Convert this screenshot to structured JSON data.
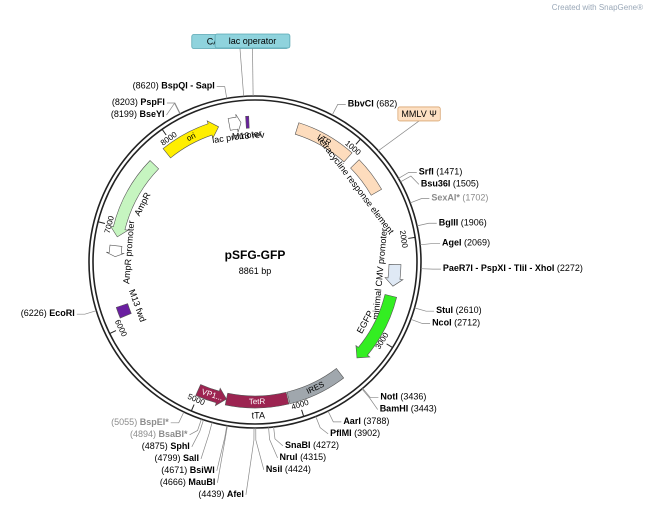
{
  "credit": {
    "prefix": "Created with ",
    "brand": "SnapGene®"
  },
  "plasmid": {
    "name": "pSFG-GFP",
    "length_label": "8861 bp",
    "length": 8861
  },
  "ticks": [
    {
      "label": "1000",
      "pos": 1000
    },
    {
      "label": "2000",
      "pos": 2000
    },
    {
      "label": "3000",
      "pos": 3000
    },
    {
      "label": "4000",
      "pos": 4000
    },
    {
      "label": "5000",
      "pos": 5000
    },
    {
      "label": "6000",
      "pos": 6000
    },
    {
      "label": "7000",
      "pos": 7000
    },
    {
      "label": "8000",
      "pos": 8000
    }
  ],
  "sites": [
    {
      "name": "BbvCI",
      "pos_label": "(682)",
      "pos": 682,
      "side": "right",
      "dim": false
    },
    {
      "name": "SrfI",
      "pos_label": "(1471)",
      "pos": 1471,
      "side": "right",
      "dim": false
    },
    {
      "name": "Bsu36I",
      "pos_label": "(1505)",
      "pos": 1505,
      "side": "right",
      "dim": false
    },
    {
      "name": "SexAI*",
      "pos_label": "(1702)",
      "pos": 1702,
      "side": "right",
      "dim": true
    },
    {
      "name": "BglII",
      "pos_label": "(1906)",
      "pos": 1906,
      "side": "right",
      "dim": false
    },
    {
      "name": "AgeI",
      "pos_label": "(2069)",
      "pos": 2069,
      "side": "right",
      "dim": false
    },
    {
      "name": "PaeR7I - PspXI - TliI - XhoI",
      "pos_label": "(2272)",
      "pos": 2272,
      "side": "right",
      "dim": false
    },
    {
      "name": "StuI",
      "pos_label": "(2610)",
      "pos": 2610,
      "side": "right",
      "dim": false
    },
    {
      "name": "NcoI",
      "pos_label": "(2712)",
      "pos": 2712,
      "side": "right",
      "dim": false
    },
    {
      "name": "NotI",
      "pos_label": "(3436)",
      "pos": 3436,
      "side": "right",
      "dim": false
    },
    {
      "name": "BamHI",
      "pos_label": "(3443)",
      "pos": 3443,
      "side": "right",
      "dim": false
    },
    {
      "name": "AarI",
      "pos_label": "(3788)",
      "pos": 3788,
      "side": "right",
      "dim": false
    },
    {
      "name": "PflMI",
      "pos_label": "(3902)",
      "pos": 3902,
      "side": "right",
      "dim": false
    },
    {
      "name": "SnaBI",
      "pos_label": "(4272)",
      "pos": 4272,
      "side": "right",
      "dim": false
    },
    {
      "name": "NruI",
      "pos_label": "(4315)",
      "pos": 4315,
      "side": "right",
      "dim": false
    },
    {
      "name": "NsiI",
      "pos_label": "(4424)",
      "pos": 4424,
      "side": "right",
      "dim": false
    },
    {
      "name": "AfeI",
      "pos_label": "(4439)",
      "pos": 4439,
      "side": "left",
      "dim": false
    },
    {
      "name": "MauBI",
      "pos_label": "(4666)",
      "pos": 4666,
      "side": "left",
      "dim": false
    },
    {
      "name": "BsiWI",
      "pos_label": "(4671)",
      "pos": 4671,
      "side": "left",
      "dim": false
    },
    {
      "name": "SalI",
      "pos_label": "(4799)",
      "pos": 4799,
      "side": "left",
      "dim": false
    },
    {
      "name": "SphI",
      "pos_label": "(4875)",
      "pos": 4875,
      "side": "left",
      "dim": false
    },
    {
      "name": "BsaBI*",
      "pos_label": "(4894)",
      "pos": 4894,
      "side": "left",
      "dim": true
    },
    {
      "name": "BspEI*",
      "pos_label": "(5055)",
      "pos": 5055,
      "side": "left",
      "dim": true
    },
    {
      "name": "EcoRI",
      "pos_label": "(6226)",
      "pos": 6226,
      "side": "left",
      "dim": false
    },
    {
      "name": "BseYI",
      "pos_label": "(8199)",
      "pos": 8199,
      "side": "left",
      "dim": false
    },
    {
      "name": "PspFI",
      "pos_label": "(8203)",
      "pos": 8203,
      "side": "left",
      "dim": false
    },
    {
      "name": "BspQI - SapI",
      "pos_label": "(8620)",
      "pos": 8620,
      "side": "left",
      "dim": false
    }
  ],
  "callouts": [
    {
      "label": "CAP binding site",
      "pos": 8765,
      "fill": "#8fd3dd",
      "stroke": "#5aa7b3"
    },
    {
      "label": "lac operator",
      "pos": 8845,
      "fill": "#8fd3dd",
      "stroke": "#5aa7b3"
    },
    {
      "label": "MMLV Ψ",
      "pos": 1180,
      "fill": "#fde0c3",
      "stroke": "#d9a673"
    }
  ],
  "features": [
    {
      "label": "LTR",
      "start": 430,
      "end": 1025,
      "color": "#fddcbd",
      "dir": 0,
      "label_mode": "inside"
    },
    {
      "label": "tetracycline response element",
      "start": 1120,
      "end": 1480,
      "color": "#fddcbd",
      "dir": 0,
      "label_mode": "inner"
    },
    {
      "label": "minimal CMV promoter",
      "start": 2240,
      "end": 2460,
      "color": "#dfe9f5",
      "dir": 1,
      "label_mode": "inner"
    },
    {
      "label": "EGFP",
      "start": 2560,
      "end": 3280,
      "color": "#33ee22",
      "dir": 1,
      "label_mode": "inner"
    },
    {
      "label": "IRES",
      "start": 3510,
      "end": 4090,
      "color": "#a0a7ad",
      "dir": 0,
      "label_mode": "inside"
    },
    {
      "label": "TetR",
      "start": 4100,
      "end": 4720,
      "color": "#9c2451",
      "dir": 0,
      "label_mode": "inside"
    },
    {
      "label": "VP1...",
      "start": 4720,
      "end": 5020,
      "color": "#9c2451",
      "dir": -1,
      "label_mode": "inside"
    },
    {
      "label": "M13 fwd",
      "start": 6090,
      "end": 6200,
      "color": "#6a1fa0",
      "dir": 0,
      "label_mode": "inner"
    },
    {
      "label": "AmpR promoter",
      "start": 6700,
      "end": 6810,
      "color": "#ffffff",
      "dir": -1,
      "label_mode": "inner"
    },
    {
      "label": "AmpR",
      "start": 6900,
      "end": 7730,
      "color": "#c6f5c0",
      "dir": -1,
      "label_mode": "inner"
    },
    {
      "label": "ori",
      "start": 7900,
      "end": 8490,
      "color": "#ffee00",
      "dir": 1,
      "label_mode": "inside"
    },
    {
      "label": "lac promoter",
      "start": 8600,
      "end": 8720,
      "color": "#ffffff",
      "dir": 1,
      "label_mode": "inner"
    },
    {
      "label": "M13 rev",
      "start": 8770,
      "end": 8800,
      "color": "#6a1fa0",
      "dir": 0,
      "label_mode": "inner"
    }
  ],
  "region_labels": [
    {
      "label": "tTA",
      "pos": 4400
    }
  ]
}
